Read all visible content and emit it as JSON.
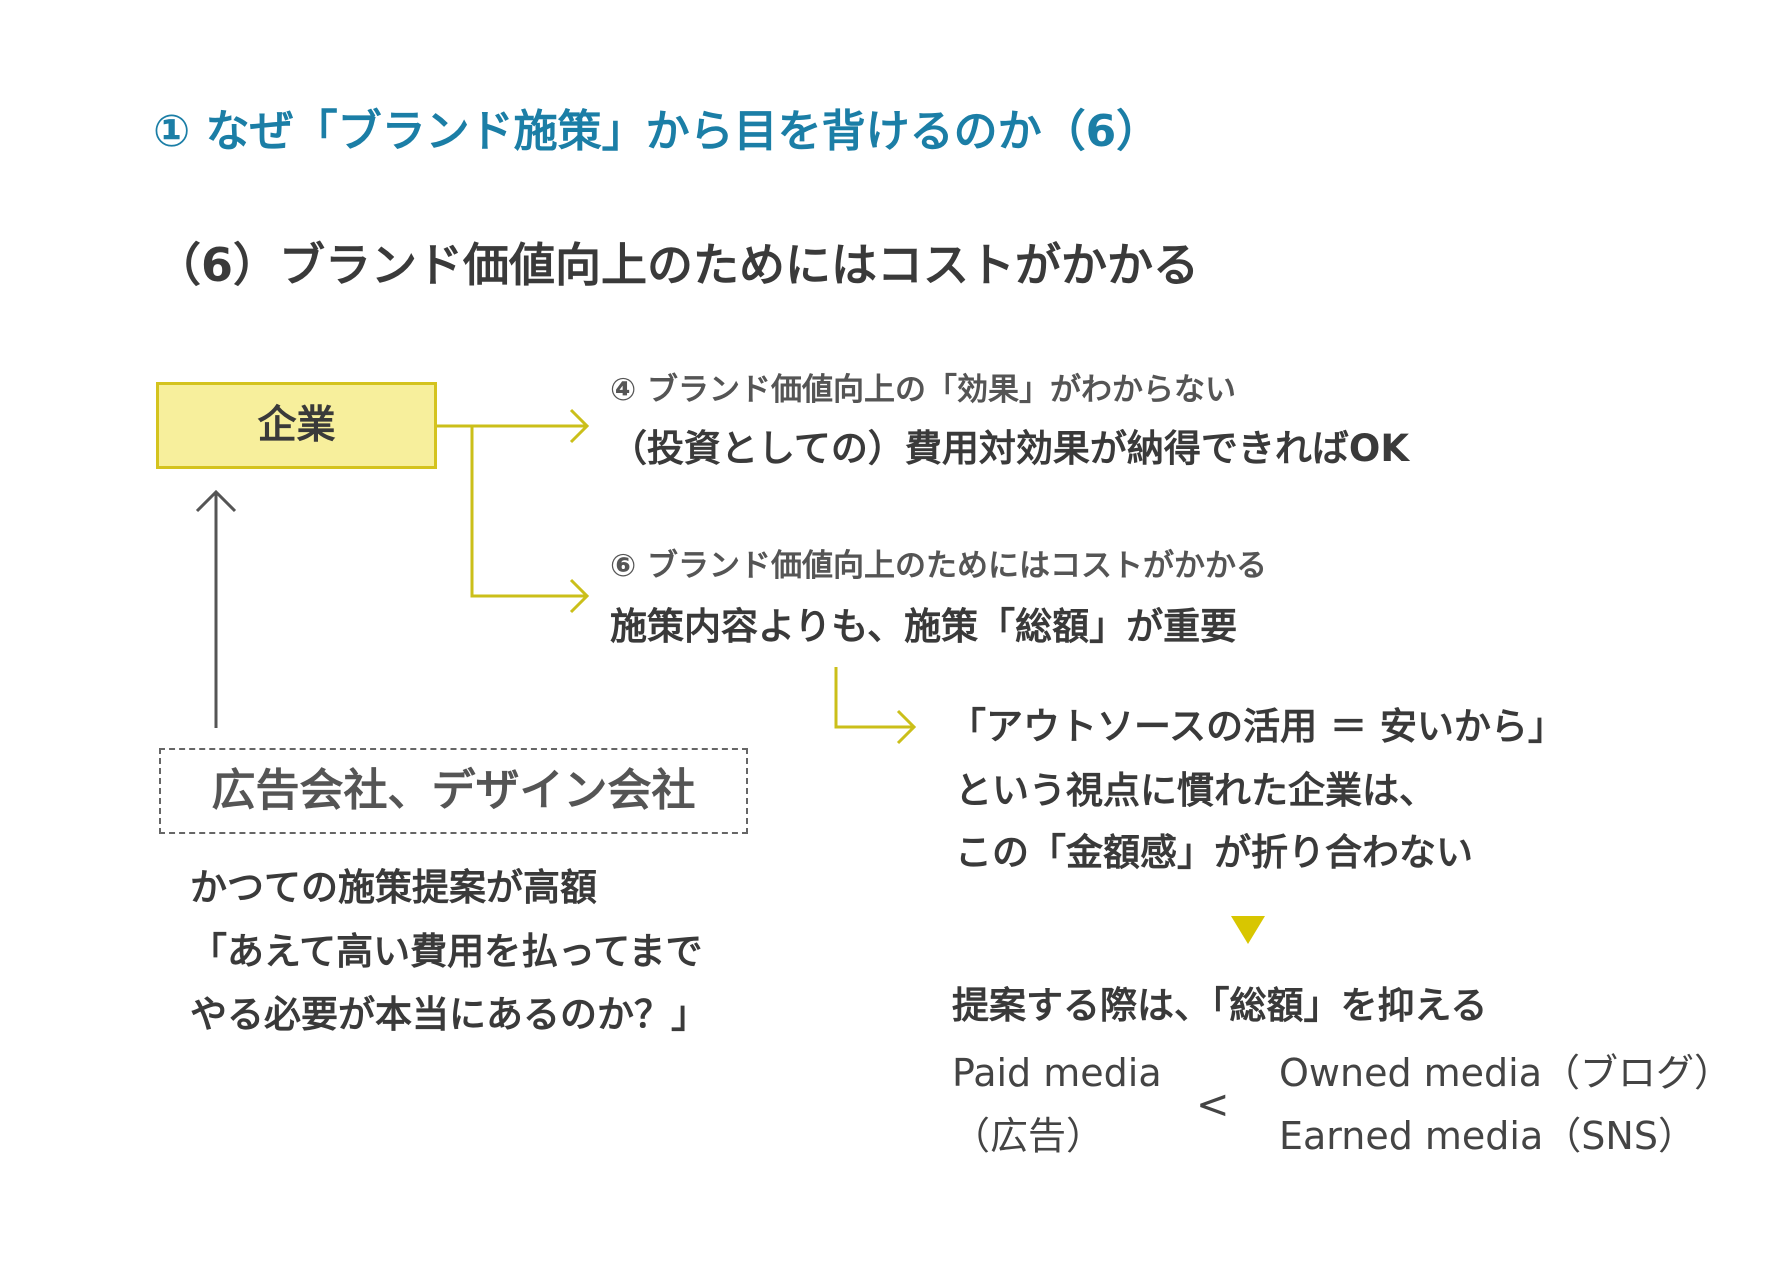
{
  "colors": {
    "title": "#1b7ea6",
    "text": "#3a3a3a",
    "note": "#555555",
    "arrow_yellow": "#cbbf1a",
    "box_fill": "#f7ef9c",
    "box_border": "#d4c31e",
    "triangle": "#d8c600",
    "up_arrow": "#555555"
  },
  "header": {
    "title": "① なぜ「ブランド施策」から目を背けるのか（6）",
    "subtitle": "（6）ブランド価値向上のためにはコストがかかる"
  },
  "company_box": {
    "label": "企業"
  },
  "branch_effect": {
    "note": "④ ブランド価値向上の「効果」がわからない",
    "text": "（投資としての）費用対効果が納得できればOK"
  },
  "branch_cost": {
    "note": "⑥ ブランド価値向上のためにはコストがかかる",
    "text": "施策内容よりも、施策「総額」が重要"
  },
  "outsource_block": {
    "line1": "「アウトソースの活用 ＝ 安いから」",
    "line2": "という視点に慣れた企業は、",
    "line3": "この「金額感」が折り合わない"
  },
  "conclusion": {
    "text": "提案する際は、「総額」を抑える",
    "paid_media": "Paid media",
    "paid_media_note": "（広告）",
    "comparison": "<",
    "owned_media": "Owned media（ブログ）",
    "earned_media": "Earned media（SNS）"
  },
  "agency_box": {
    "label": "広告会社、デザイン会社"
  },
  "agency_text": {
    "line1": "かつての施策提案が高額",
    "line2": "「あえて高い費用を払ってまで",
    "line3": "やる必要が本当にあるのか？」"
  }
}
